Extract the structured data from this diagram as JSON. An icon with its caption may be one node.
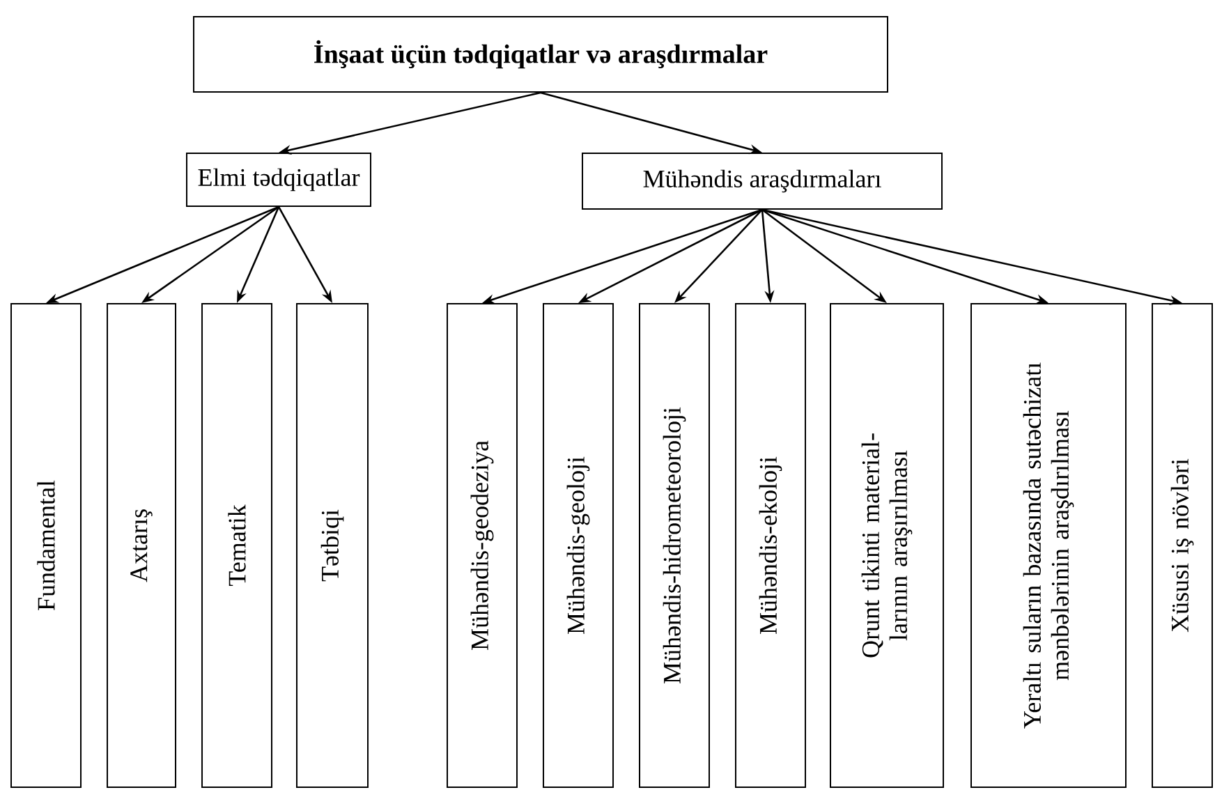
{
  "diagram": {
    "nodes": [
      {
        "text": [
          "İnşaat üçün tədqiqatlar və araşdırmalar"
        ]
      },
      {
        "text": [
          "Elmi tədqiqatlar"
        ]
      },
      {
        "text": [
          "Mühəndis araşdırmaları"
        ]
      },
      {
        "text": [
          "Fundamental"
        ]
      },
      {
        "text": [
          "Axtarış"
        ]
      },
      {
        "text": [
          "Tematik"
        ]
      },
      {
        "text": [
          "Tətbiqi"
        ]
      },
      {
        "text": [
          "Mühəndis-geodeziya"
        ]
      },
      {
        "text": [
          "Mühəndis-geoloji"
        ]
      },
      {
        "text": [
          "Mühəndis-hidrometeoroloji"
        ]
      },
      {
        "text": [
          "Mühəndis-ekoloji"
        ]
      },
      {
        "text": [
          "Qrunt tikinti material- larının araşırılması"
        ]
      },
      {
        "text": [
          "Yeraltı suların bazasında sutəchizatı mənbələrinin araşdırılması"
        ]
      },
      {
        "text": [
          "Xüsusi iş növləri"
        ]
      }
    ],
    "edges": [
      {
        "from": 0,
        "to": 1,
        "arrow": "to"
      },
      {
        "from": 0,
        "to": 2,
        "arrow": "to"
      },
      {
        "from": 1,
        "to": 3,
        "arrow": "to"
      },
      {
        "from": 1,
        "to": 4,
        "arrow": "to"
      },
      {
        "from": 1,
        "to": 5,
        "arrow": "to"
      },
      {
        "from": 1,
        "to": 6,
        "arrow": "to"
      },
      {
        "from": 2,
        "to": 7,
        "arrow": "to"
      },
      {
        "from": 2,
        "to": 8,
        "arrow": "to"
      },
      {
        "from": 2,
        "to": 9,
        "arrow": "to"
      },
      {
        "from": 2,
        "to": 10,
        "arrow": "to"
      },
      {
        "from": 2,
        "to": 11,
        "arrow": "to"
      },
      {
        "from": 2,
        "to": 12,
        "arrow": "to"
      },
      {
        "from": 2,
        "to": 13,
        "arrow": "to"
      }
    ]
  }
}
